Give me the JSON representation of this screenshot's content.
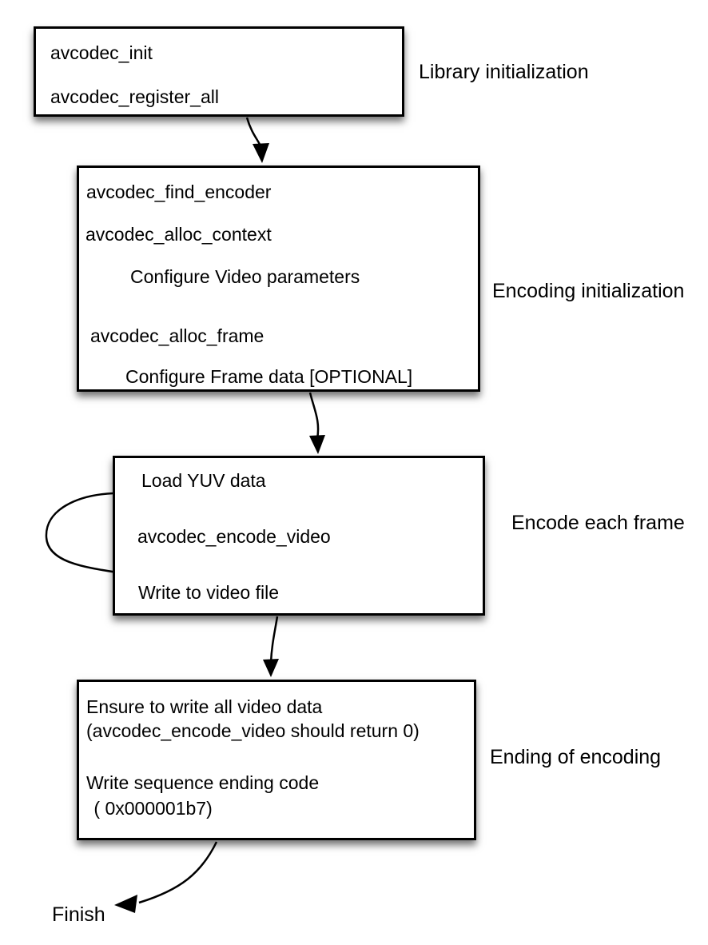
{
  "diagram": {
    "title_implicit": "avcodec video encoding flow",
    "colors": {
      "background": "#ffffff",
      "box_fill": "#ffffff",
      "box_border": "#000000",
      "text": "#000000",
      "arrow": "#000000"
    },
    "boxes": [
      {
        "id": "library-initialization",
        "label": "Library initialization",
        "lines": [
          "avcodec_init",
          "avcodec_register_all"
        ]
      },
      {
        "id": "encoding-initialization",
        "label": "Encoding initialization",
        "lines": [
          "avcodec_find_encoder",
          "avcodec_alloc_context",
          "Configure Video parameters",
          "avcodec_alloc_frame",
          "Configure Frame data [OPTIONAL]"
        ]
      },
      {
        "id": "encode-each-frame",
        "label": "Encode each frame",
        "lines": [
          "Load YUV data",
          "avcodec_encode_video",
          "Write to video file"
        ]
      },
      {
        "id": "ending-of-encoding",
        "label": "Ending of encoding",
        "lines": [
          "Ensure to write all video data",
          "(avcodec_encode_video should return 0)",
          "Write sequence ending code",
          " ( 0x000001b7)"
        ]
      }
    ],
    "finish_label": "Finish",
    "flow": [
      "library-initialization -> encoding-initialization",
      "encoding-initialization -> encode-each-frame",
      "encode-each-frame -> ending-of-encoding",
      "encode-each-frame: loop from 'Write to video file' back to 'Load YUV data'",
      "ending-of-encoding -> Finish"
    ]
  }
}
